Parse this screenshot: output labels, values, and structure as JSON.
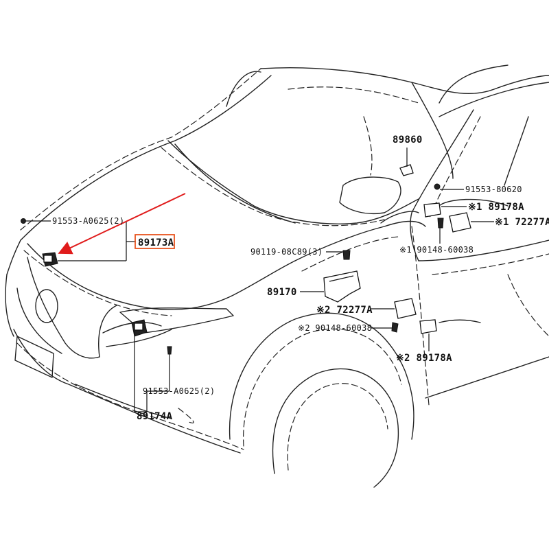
{
  "colors": {
    "line": "#222222",
    "highlight_box": "#e8531f",
    "arrow": "#e01b1b"
  },
  "labels": {
    "p89173a": "89173A",
    "p91553_a0625_left": "91553-A0625(2)",
    "p91553_a0625_lower": "91553-A0625(2)",
    "p89174a": "89174A",
    "p90119": "90119-08C89(3)",
    "p89170": "89170",
    "p89860": "89860",
    "p91553_80620": "91553-80620",
    "p89178a_1": "※1 89178A",
    "p72277a_1": "※1 72277A",
    "p90148_1": "※1 90148-60038",
    "p72277a_2": "※2 72277A",
    "p90148_2": "※2 90148-60038",
    "p89178a_2": "※2 89178A"
  },
  "icons": [
    "sensor-icon",
    "bolt-icon",
    "clip-icon",
    "bracket-icon"
  ]
}
